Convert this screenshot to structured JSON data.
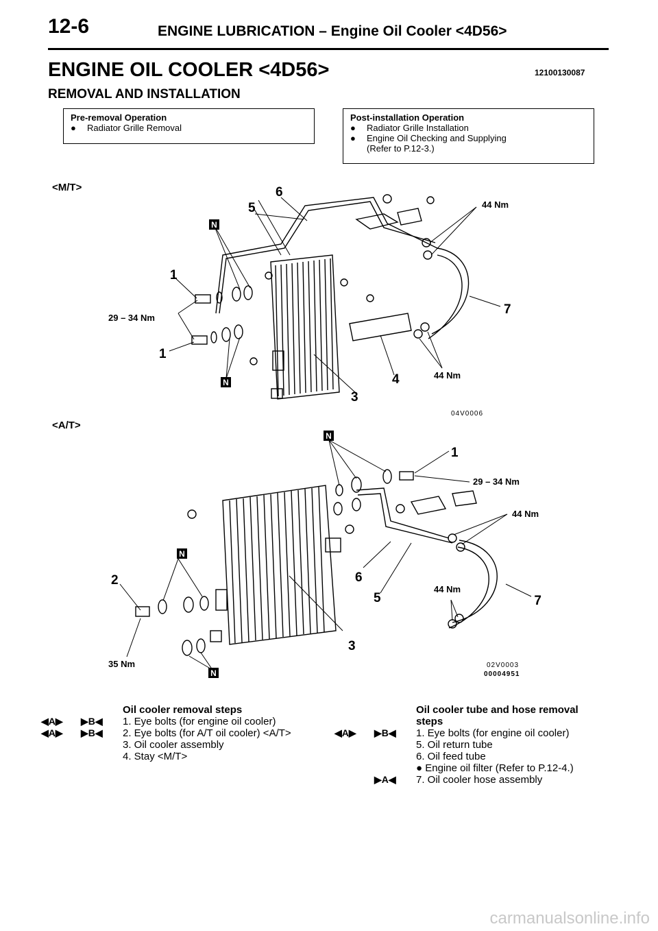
{
  "header": {
    "page_number": "12-6",
    "section_title": "ENGINE LUBRICATION – Engine Oil Cooler <4D56>"
  },
  "title": "ENGINE OIL COOLER <4D56>",
  "doc_code": "12100130087",
  "subtitle": "REMOVAL AND INSTALLATION",
  "pre_removal": {
    "title": "Pre-removal Operation",
    "items": [
      "Radiator Grille Removal"
    ]
  },
  "post_installation": {
    "title": "Post-installation Operation",
    "items": [
      "Radiator Grille Installation",
      "Engine Oil Checking and Supplying"
    ],
    "item2_cont": "(Refer to P.12-3.)"
  },
  "figure_mt": {
    "tag": "<M/T>",
    "code": "04V0006",
    "labels": {
      "n1": "1",
      "n1b": "1",
      "n3": "3",
      "n4": "4",
      "n5": "5",
      "n6": "6",
      "n7": "7",
      "t_eye": "29 – 34 Nm",
      "t_top": "44 Nm",
      "t_bot": "44 Nm",
      "new": "N"
    }
  },
  "figure_at": {
    "tag": "<A/T>",
    "code": "02V0003",
    "code2": "00004951",
    "labels": {
      "n1": "1",
      "n2": "2",
      "n3": "3",
      "n5": "5",
      "n6": "6",
      "n7": "7",
      "t_eye": "29 – 34 Nm",
      "t_top": "44 Nm",
      "t_bot": "44 Nm",
      "t_35": "35 Nm",
      "new": "N"
    }
  },
  "removal_steps": {
    "title": "Oil cooler removal steps",
    "rows": [
      {
        "m1": "◀A▶",
        "m2": "▶B◀",
        "text": "1. Eye bolts (for engine oil cooler)"
      },
      {
        "m1": "◀A▶",
        "m2": "▶B◀",
        "text": "2. Eye bolts (for A/T oil cooler) <A/T>"
      },
      {
        "m1": "",
        "m2": "",
        "text": "3. Oil cooler assembly"
      },
      {
        "m1": "",
        "m2": "",
        "text": "4. Stay <M/T>"
      }
    ]
  },
  "tube_steps": {
    "title_line1": "Oil cooler tube and hose removal",
    "title_line2": "steps",
    "rows": [
      {
        "m1": "◀A▶",
        "m2": "▶B◀",
        "text": "1. Eye bolts (for engine oil cooler)"
      },
      {
        "m1": "",
        "m2": "",
        "text": "5. Oil return tube"
      },
      {
        "m1": "",
        "m2": "",
        "text": "6. Oil feed tube"
      },
      {
        "m1": "",
        "m2": "",
        "text": "● Engine oil filter (Refer to P.12-4.)"
      },
      {
        "m1": "",
        "m2": "▶A◀",
        "text": "7. Oil cooler hose assembly"
      }
    ]
  },
  "watermark": "carmanualsonline.info"
}
